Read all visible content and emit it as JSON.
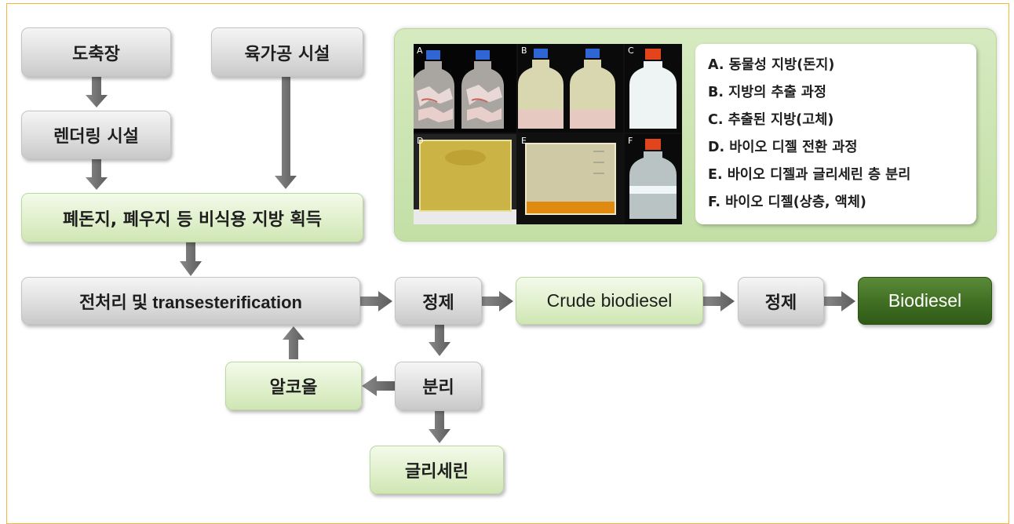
{
  "flow": {
    "slaughterhouse": "도축장",
    "meat_processing": "육가공 시설",
    "rendering": "렌더링 시설",
    "fat_acquisition": "폐돈지, 폐우지 등 비식용 지방 획득",
    "pretreatment": "전처리 및 transesterification",
    "purification_1": "정제",
    "crude_biodiesel": "Crude biodiesel",
    "purification_2": "정제",
    "biodiesel": "Biodiesel",
    "separation": "분리",
    "alcohol": "알코올",
    "glycerin": "글리세린"
  },
  "photo_panel": {
    "labels": [
      "A",
      "B",
      "C",
      "D",
      "E",
      "F"
    ],
    "legend": [
      "A. 동물성 지방(돈지)",
      "B. 지방의 추출 과정",
      "C. 추출된 지방(고체)",
      "D. 바이오 디젤 전환 과정",
      "E. 바이오 디젤과 글리세린 층 분리",
      "F. 바이오 디젤(상층, 액체)"
    ]
  },
  "colors": {
    "frame": "#f4b73a",
    "gray_box": "#dedede",
    "green_box": "#e0f0cc",
    "dark_green": "#3f6e22",
    "arrow": "#6e6e6e"
  }
}
